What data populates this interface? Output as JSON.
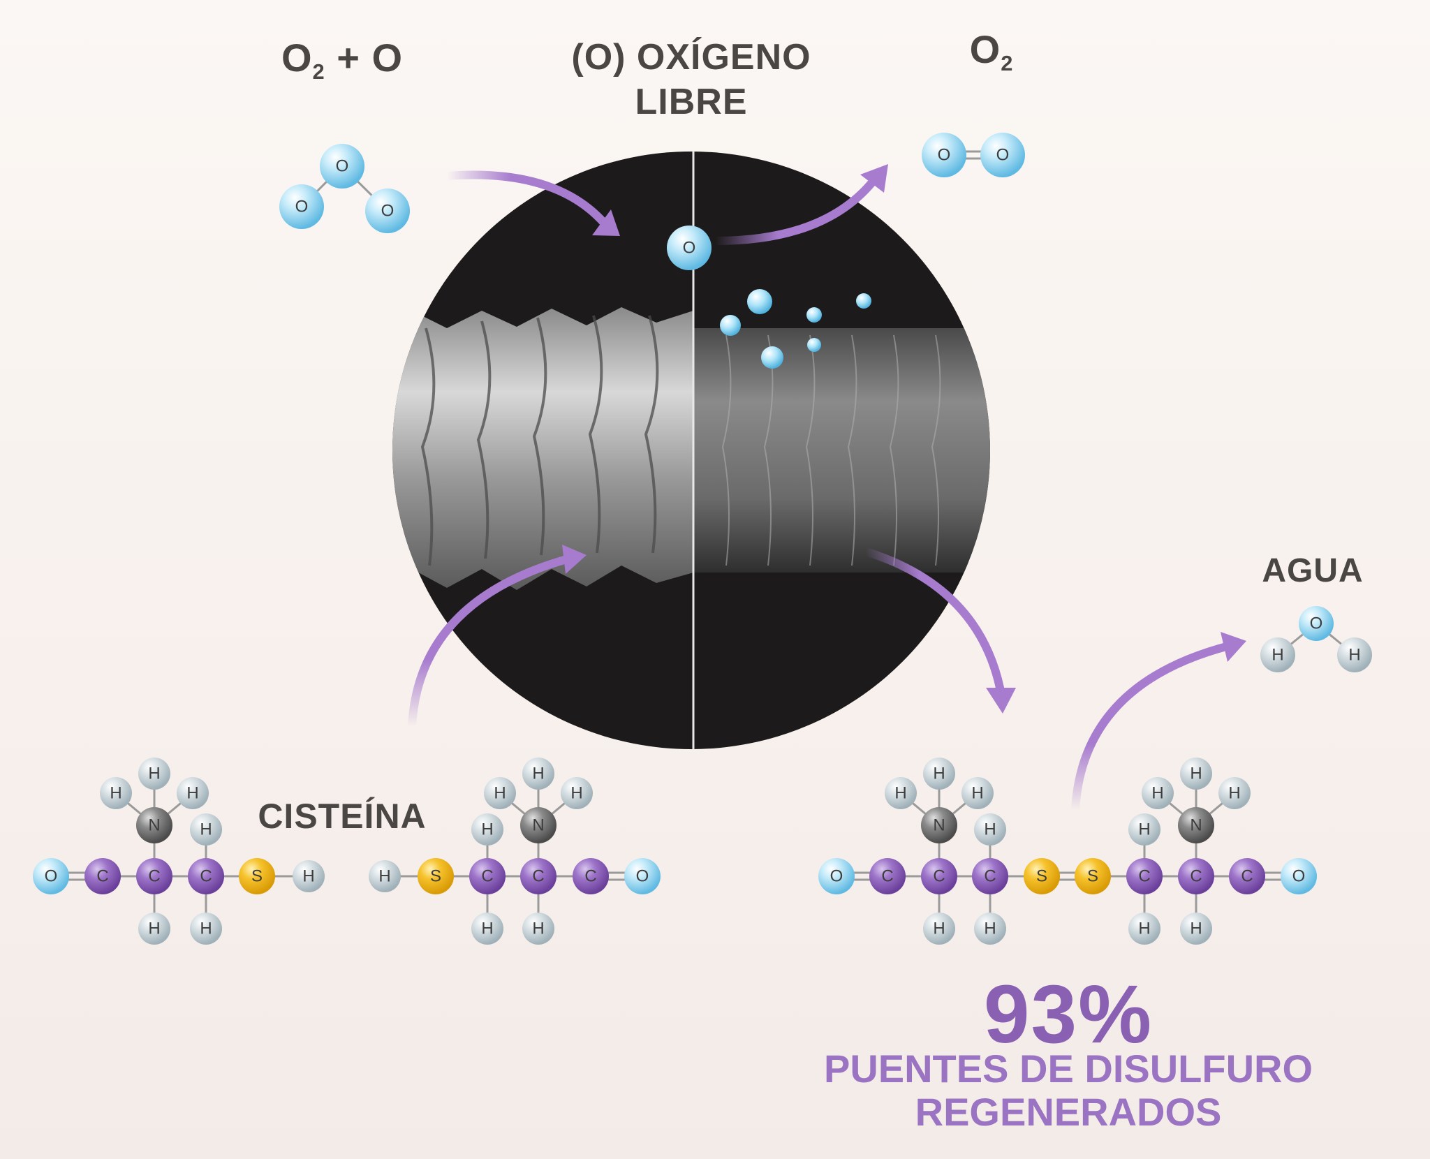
{
  "labels": {
    "ozone_formula": "O",
    "ozone_formula_sub": "2",
    "ozone_formula_rest": " + O",
    "free_oxygen_line1": "(O) OXÍGENO",
    "free_oxygen_line2": "LIBRE",
    "o2_formula": "O",
    "o2_formula_sub": "2",
    "water": "AGUA",
    "cysteine": "CISTEÍNA"
  },
  "result": {
    "percent": "93%",
    "line1": "PUENTES DE DISULFURO",
    "line2": "REGENERADOS"
  },
  "atoms": {
    "oxygen": "O",
    "carbon": "C",
    "nitrogen": "N",
    "hydrogen": "H",
    "sulfur": "S"
  },
  "colors": {
    "oxygen": "#7ccbec",
    "carbon": "#8a5fb8",
    "nitrogen": "#6f6f6f",
    "hydrogen": "#b9c6cc",
    "sulfur": "#f2b51e",
    "arrow": "#a77ccf",
    "accent_text": "#8a60b3"
  }
}
